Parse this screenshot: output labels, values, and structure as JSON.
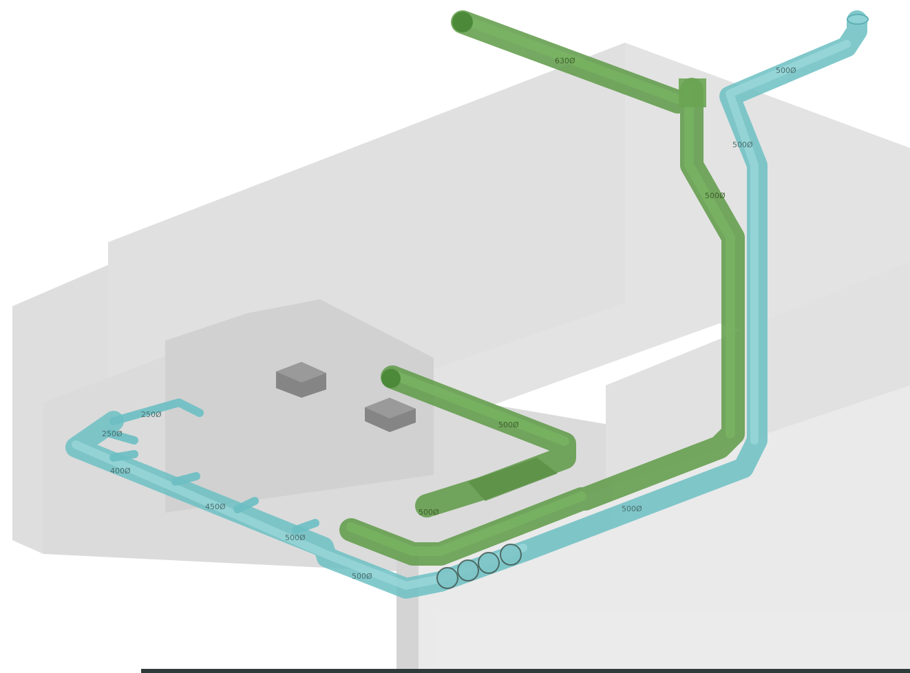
{
  "viewport": {
    "type": "3d-duct-model",
    "supply_color": "#7cc8cb",
    "exhaust_color": "#6fa859",
    "building_color": "#c8c8c8",
    "equipment_color": "#8a8a8a"
  },
  "labels": {
    "green_top": "630Ø",
    "cyan_top": "500Ø",
    "cyan_riser_upper": "500Ø",
    "green_riser_upper": "500Ø",
    "green_mid": "500Ø",
    "green_low": "500Ø",
    "cyan_main_right": "500Ø",
    "cyan_main_mid": "500Ø",
    "cyan_branch_500": "500Ø",
    "cyan_branch_450": "450Ø",
    "cyan_branch_400": "400Ø",
    "cyan_branch_250a": "250Ø",
    "cyan_branch_250b": "250Ø"
  }
}
